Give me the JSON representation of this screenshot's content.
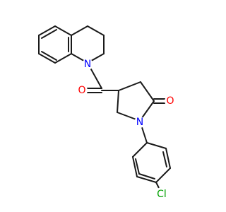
{
  "diagram": {
    "type": "chemical-structure",
    "atoms": {
      "N1": {
        "label": "N",
        "color": "#0000ff"
      },
      "O1": {
        "label": "O",
        "color": "#ff0000"
      },
      "N2": {
        "label": "N",
        "color": "#0000ff"
      },
      "O2": {
        "label": "O",
        "color": "#ff0000"
      },
      "Cl": {
        "label": "Cl",
        "color": "#00a000"
      }
    }
  }
}
